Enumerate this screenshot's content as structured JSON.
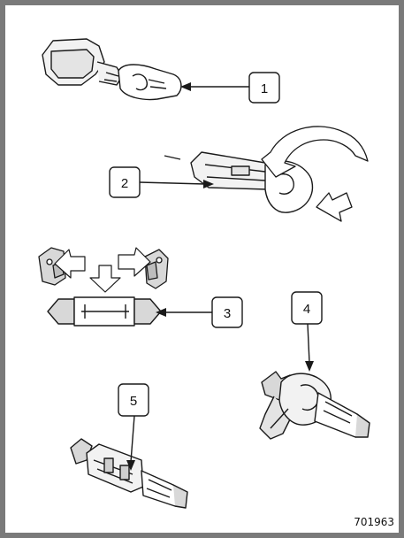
{
  "figure": {
    "reference_number": "701963",
    "callouts": [
      {
        "label": "1",
        "part": "wedge-base-bulb"
      },
      {
        "label": "2",
        "part": "bayonet-bulb"
      },
      {
        "label": "3",
        "part": "festoon-bulb"
      },
      {
        "label": "4",
        "part": "h7-halogen-bulb"
      },
      {
        "label": "5",
        "part": "h1-halogen-bulb"
      }
    ],
    "colors": {
      "frame": "#7a7a7a",
      "panel": "#ffffff",
      "line": "#1a1a1a",
      "fill": "#f2f2f2",
      "shade": "#cfcfcf"
    }
  }
}
